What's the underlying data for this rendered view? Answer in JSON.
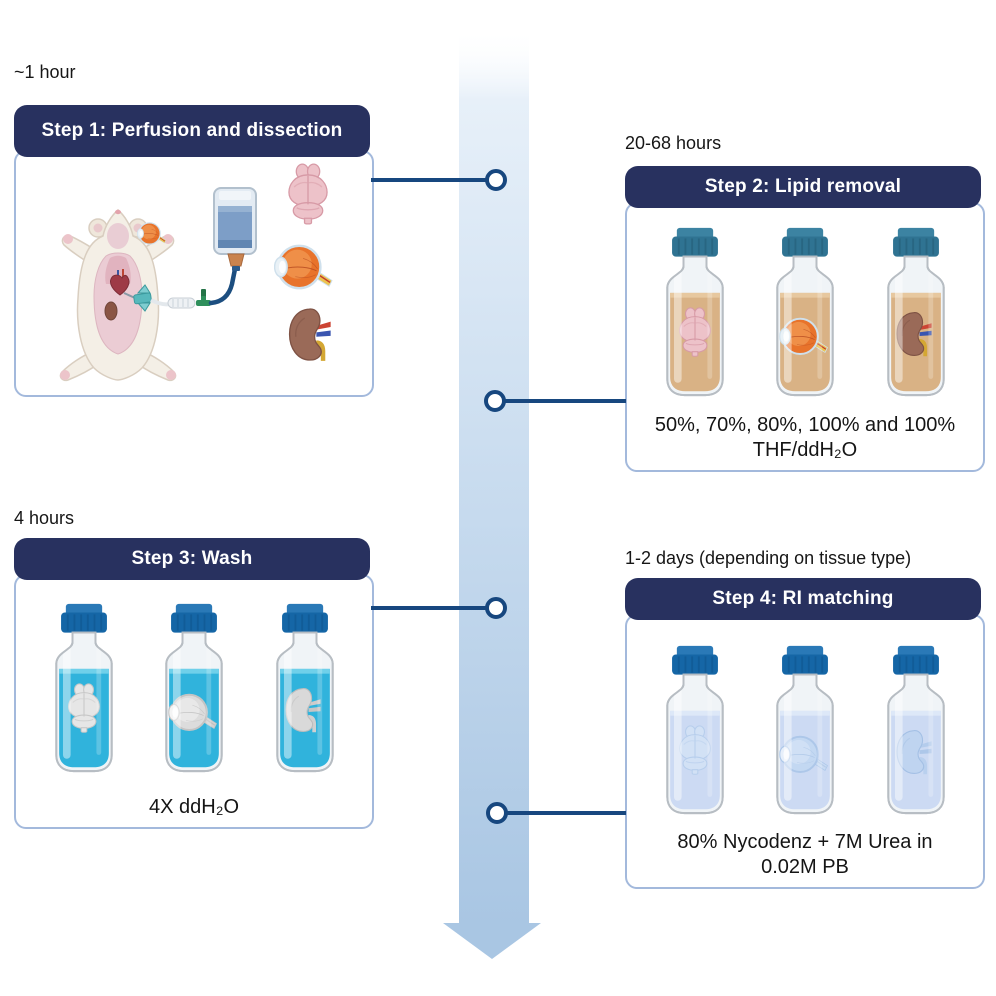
{
  "figure": {
    "type": "protocol-flow",
    "direction": "top-to-bottom",
    "timeline_arrow": "downward-gradient-arrow"
  },
  "steps": [
    {
      "time": "~1 hour",
      "title": "Step 1: Perfusion and dissection",
      "caption": "",
      "illustration": [
        "mouse-perfusion",
        "iv-bottle",
        "butterfly-needle",
        "stopcock",
        "brain",
        "eye",
        "kidney"
      ]
    },
    {
      "time": "20-68 hours",
      "title": "Step 2: Lipid removal",
      "caption": "50%, 70%, 80%, 100% and 100%\nTHF/ddH₂O",
      "bottles": [
        "brain-in-bottle",
        "eye-in-bottle",
        "kidney-in-bottle"
      ],
      "liquid": "amber-THF"
    },
    {
      "time": "4 hours",
      "title": "Step 3: Wash",
      "caption": "4X ddH₂O",
      "bottles": [
        "cleared-brain-in-bottle",
        "cleared-eye-in-bottle",
        "cleared-kidney-in-bottle"
      ],
      "liquid": "cyan-water"
    },
    {
      "time": "1-2 days (depending on tissue type)",
      "title": "Step 4: RI matching",
      "caption": "80% Nycodenz + 7M Urea in\n0.02M PB",
      "bottles": [
        "matched-brain-in-bottle",
        "matched-eye-in-bottle",
        "matched-kidney-in-bottle"
      ],
      "liquid": "pale-blue-RI-medium"
    }
  ],
  "colors": {
    "step_header": "#28315f",
    "panel_border": "#a3b9dc",
    "connector": "#17477f",
    "arrow_top": "#e7f0f9",
    "arrow_bottom": "#a9c6e3",
    "cap_teal": "#2f7392",
    "cap_blue": "#1566a6",
    "liquid_thf": "#d9b285",
    "liquid_water": "#30b3dc",
    "liquid_ri": "#ccdaf3"
  }
}
